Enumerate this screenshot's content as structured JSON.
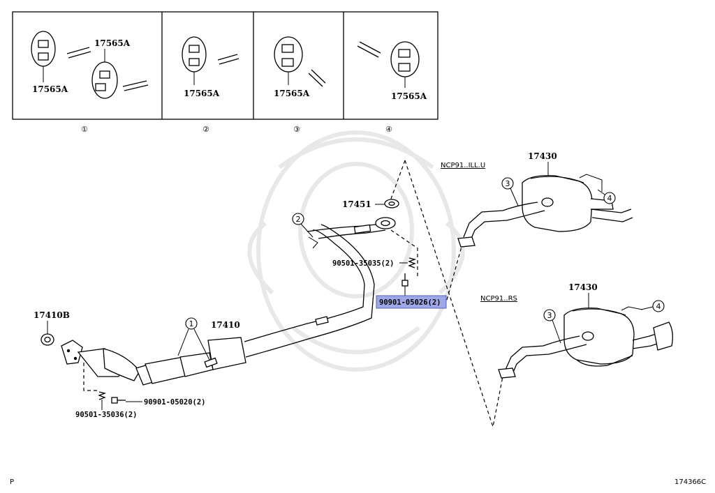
{
  "insets": [
    {
      "number": "①",
      "labels": [
        "17565A",
        "17565A"
      ]
    },
    {
      "number": "②",
      "labels": [
        "17565A"
      ]
    },
    {
      "number": "③",
      "labels": [
        "17565A"
      ]
    },
    {
      "number": "④",
      "labels": [
        "17565A"
      ]
    }
  ],
  "parts": {
    "gasket_front": "17410B",
    "front_pipe": "17410",
    "gasket_mid": "17451",
    "spring_mid": "90501-35035(2)",
    "bolt_mid_highlighted": "90901-05026(2)",
    "bolt_front": "90901-05020(2)",
    "spring_front": "90501-35036(2)",
    "muffler_upper": "17430",
    "muffler_lower": "17430"
  },
  "variants": {
    "upper": "NCP91..ILL.U",
    "lower": "NCP91..RS"
  },
  "callouts": {
    "c1": "1",
    "c2": "2",
    "c3_upper": "3",
    "c4_upper": "4",
    "c3_lower": "3",
    "c4_lower": "4"
  },
  "footer": {
    "left_mark": "P",
    "figure_code": "174366C"
  },
  "colors": {
    "highlight": "#9ea8e6",
    "line": "#000000",
    "watermark": "#e8e8e8"
  }
}
